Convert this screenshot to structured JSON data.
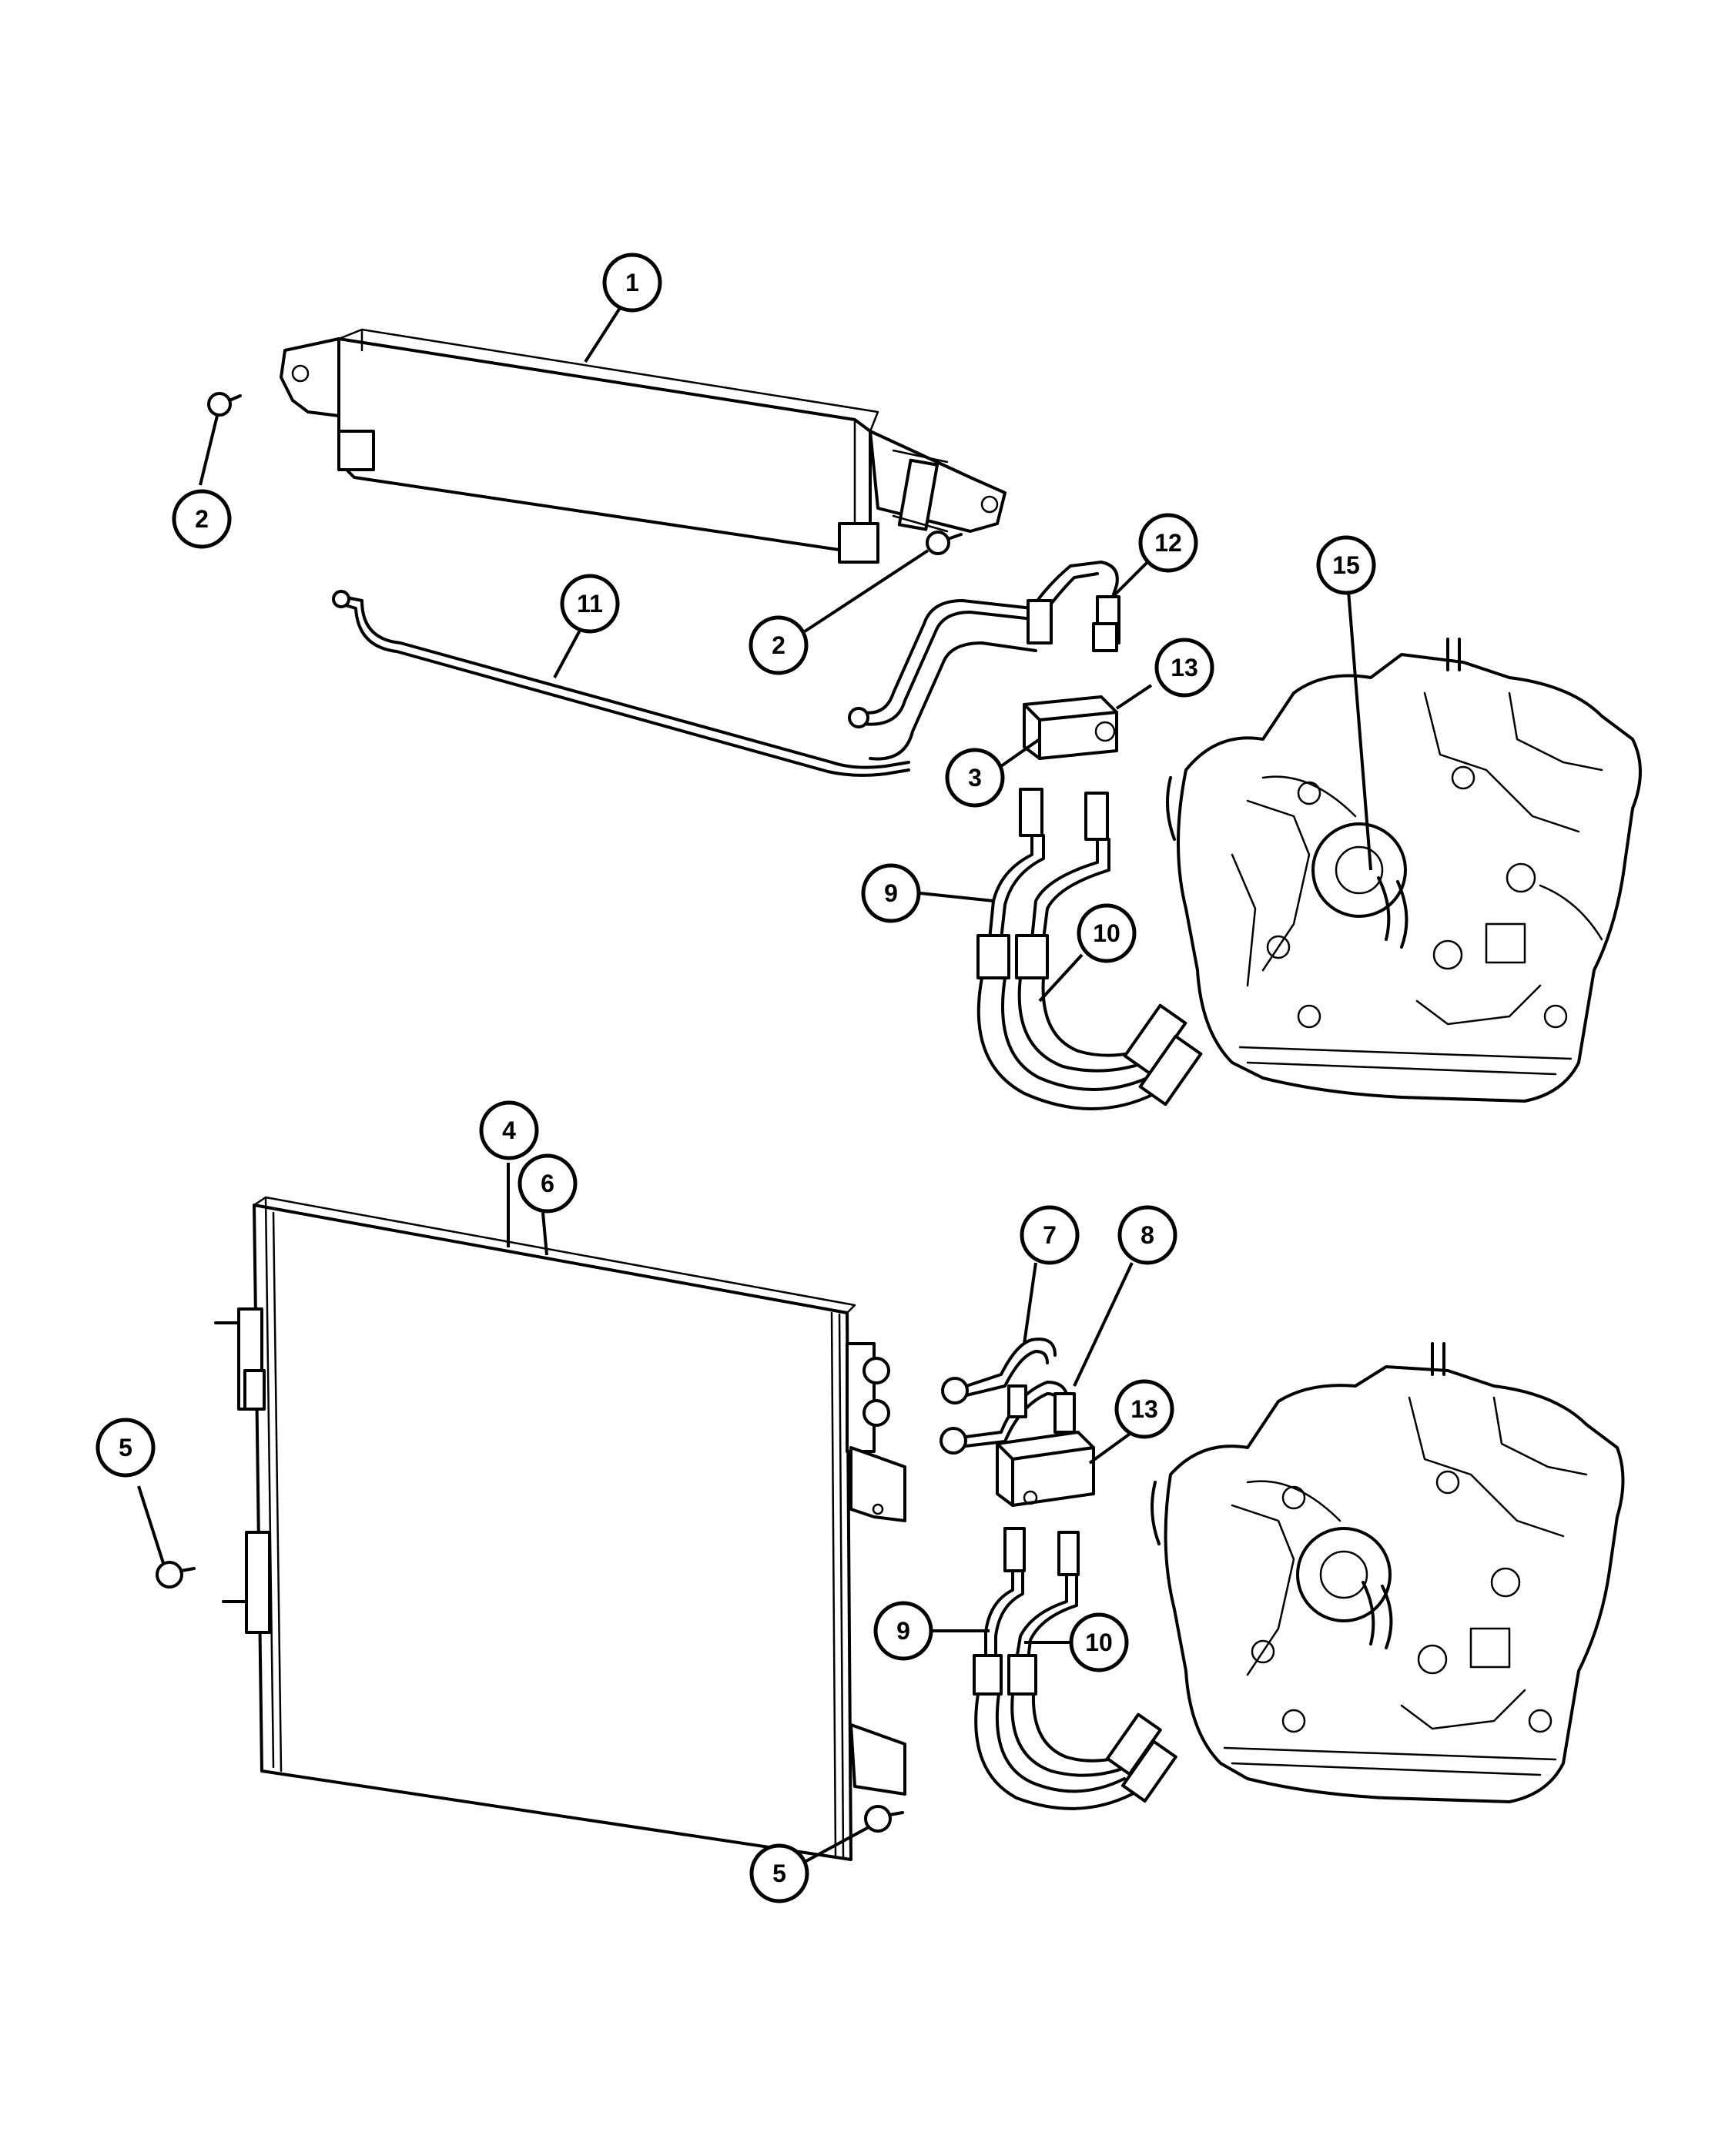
{
  "diagram": {
    "callouts": [
      {
        "id": "c1",
        "label": "1"
      },
      {
        "id": "c2a",
        "label": "2"
      },
      {
        "id": "c2b",
        "label": "2"
      },
      {
        "id": "c11",
        "label": "11"
      },
      {
        "id": "c12",
        "label": "12"
      },
      {
        "id": "c13a",
        "label": "13"
      },
      {
        "id": "c3",
        "label": "3"
      },
      {
        "id": "c15",
        "label": "15"
      },
      {
        "id": "c9a",
        "label": "9"
      },
      {
        "id": "c10a",
        "label": "10"
      },
      {
        "id": "c4",
        "label": "4"
      },
      {
        "id": "c6",
        "label": "6"
      },
      {
        "id": "c7",
        "label": "7"
      },
      {
        "id": "c8",
        "label": "8"
      },
      {
        "id": "c13b",
        "label": "13"
      },
      {
        "id": "c5a",
        "label": "5"
      },
      {
        "id": "c9b",
        "label": "9"
      },
      {
        "id": "c10b",
        "label": "10"
      },
      {
        "id": "c5b",
        "label": "5"
      }
    ]
  }
}
